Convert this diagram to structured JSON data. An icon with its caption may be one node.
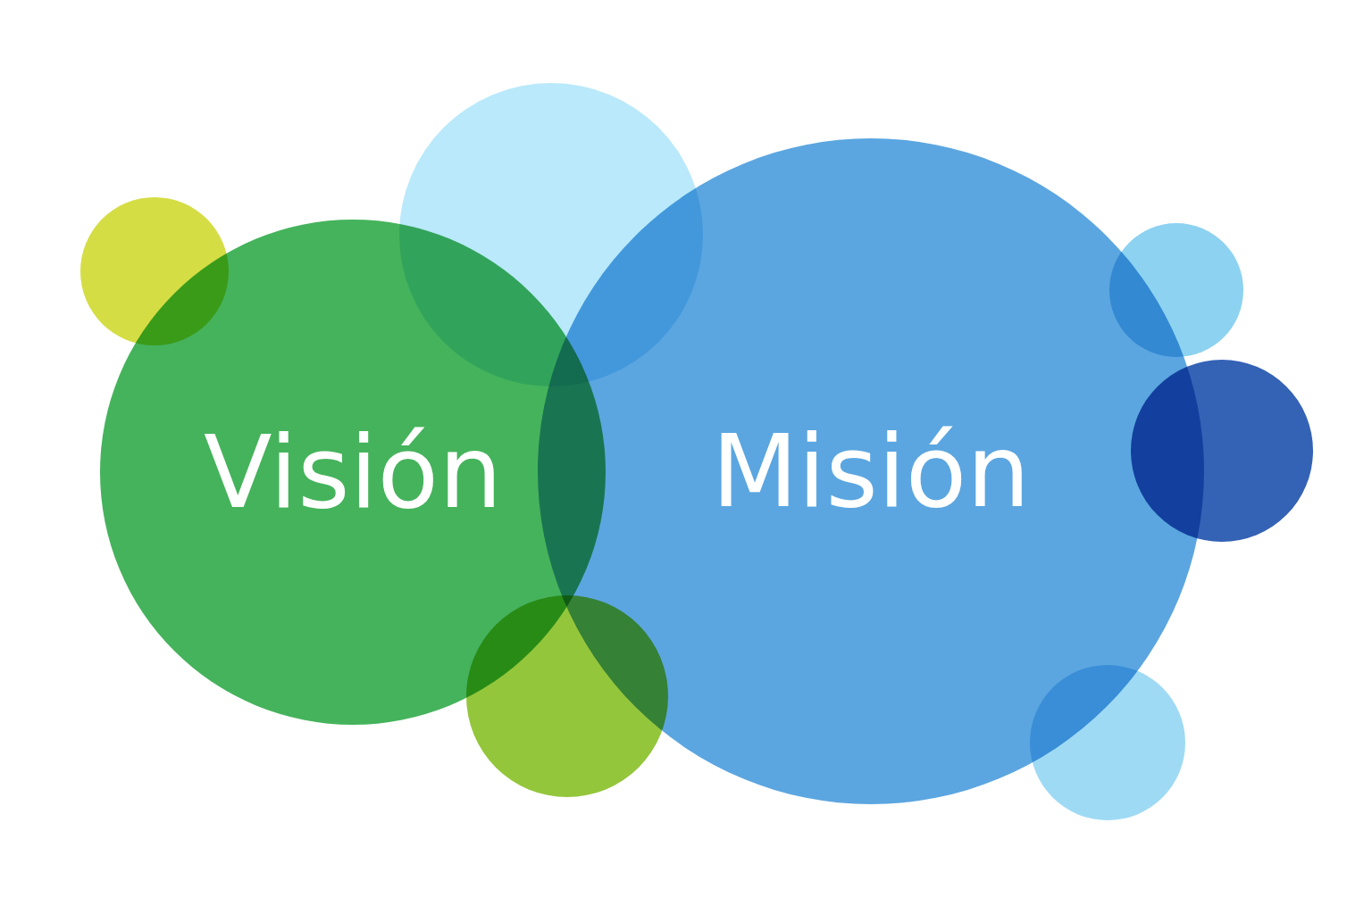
{
  "diagram": {
    "nodes": [
      {
        "text": [
          "Visión"
        ]
      },
      {
        "text": [
          "Misión"
        ]
      },
      {
        "text": [],
        "shape": "circle"
      },
      {
        "text": [],
        "shape": "circle"
      },
      {
        "text": [],
        "shape": "circle"
      },
      {
        "text": [],
        "shape": "circle"
      },
      {
        "text": [],
        "shape": "circle"
      },
      {
        "text": [],
        "shape": "circle"
      }
    ]
  }
}
